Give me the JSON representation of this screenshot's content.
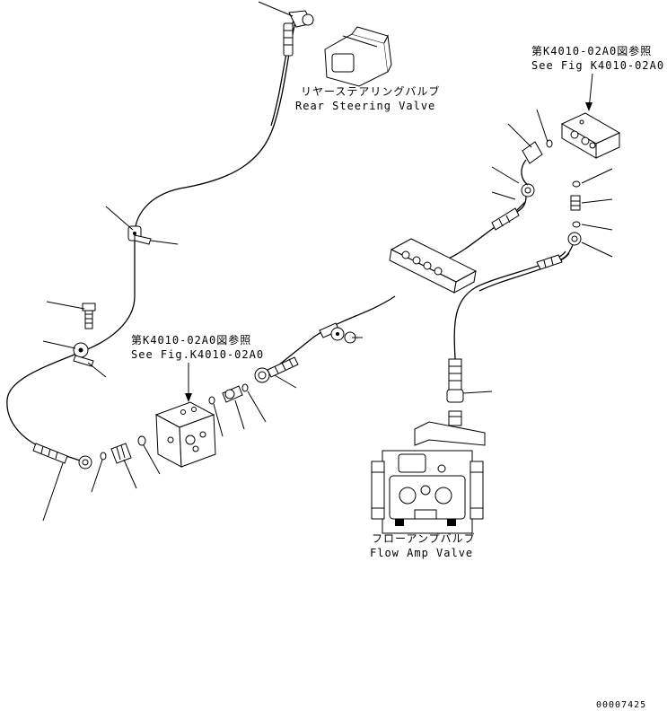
{
  "labels": {
    "rear_valve_jp": "リヤーステアリングバルブ",
    "rear_valve_en": "Rear Steering Valve",
    "ref_right_jp": "第K4010-02A0図参照",
    "ref_right_en": "See Fig K4010-02A0",
    "ref_left_jp": "第K4010-02A0図参照",
    "ref_left_en": "See Fig.K4010-02A0",
    "flow_amp_jp": "フローアンプバルブ",
    "flow_amp_en": "Flow Amp Valve"
  },
  "drawing_number": "00007425"
}
